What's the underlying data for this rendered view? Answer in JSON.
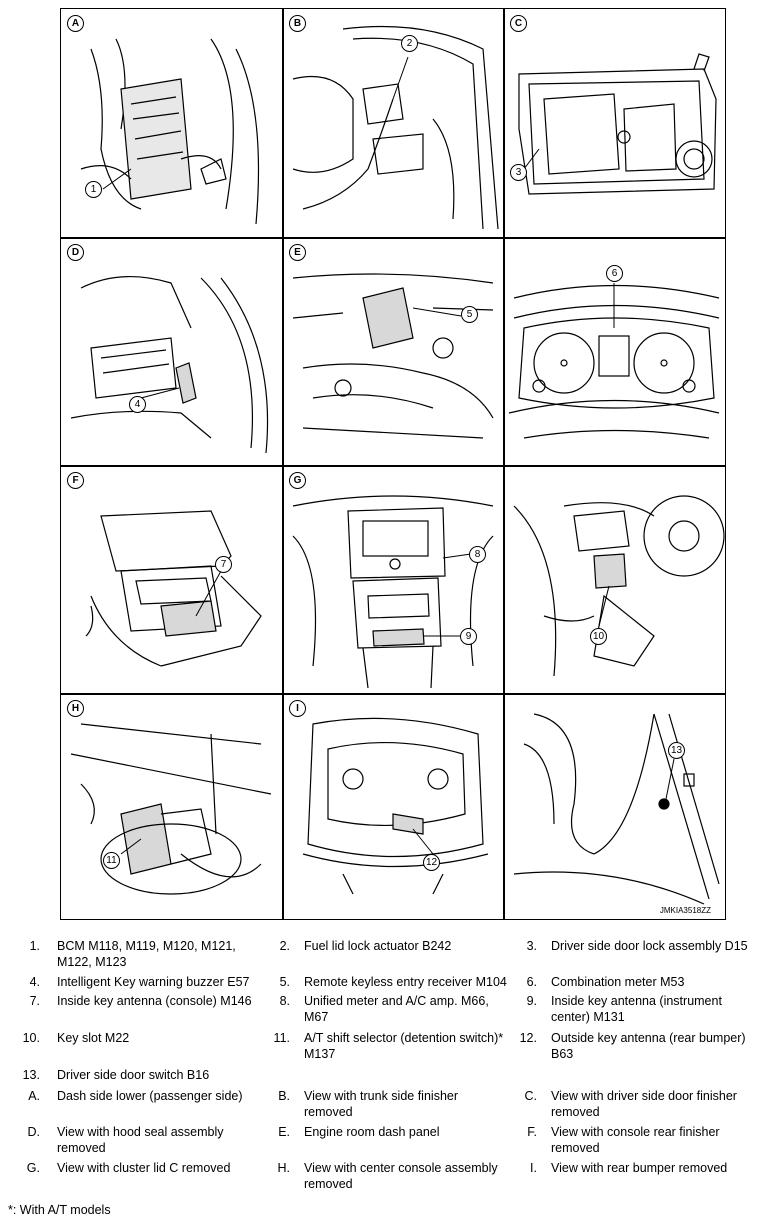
{
  "figure_code": "JMKIA3518ZZ",
  "panels": [
    {
      "letter": "A",
      "callouts": [
        "1"
      ]
    },
    {
      "letter": "B",
      "callouts": [
        "2"
      ]
    },
    {
      "letter": "C",
      "callouts": [
        "3"
      ]
    },
    {
      "letter": "D",
      "callouts": [
        "4"
      ]
    },
    {
      "letter": "E",
      "callouts": [
        "5"
      ]
    },
    {
      "letter": "",
      "callouts": [
        "6"
      ]
    },
    {
      "letter": "F",
      "callouts": [
        "7"
      ]
    },
    {
      "letter": "G",
      "callouts": [
        "8",
        "9"
      ]
    },
    {
      "letter": "",
      "callouts": [
        "10"
      ]
    },
    {
      "letter": "H",
      "callouts": [
        "11"
      ]
    },
    {
      "letter": "I",
      "callouts": [
        "12"
      ]
    },
    {
      "letter": "",
      "callouts": [
        "13"
      ]
    }
  ],
  "legend": [
    {
      "num": "1.",
      "text": "BCM M118, M119, M120, M121, M122, M123"
    },
    {
      "num": "2.",
      "text": "Fuel lid lock actuator B242"
    },
    {
      "num": "3.",
      "text": "Driver side door lock assembly D15"
    },
    {
      "num": "4.",
      "text": "Intelligent Key warning buzzer E57"
    },
    {
      "num": "5.",
      "text": "Remote keyless entry receiver M104"
    },
    {
      "num": "6.",
      "text": "Combination meter M53"
    },
    {
      "num": "7.",
      "text": "Inside key antenna (console) M146"
    },
    {
      "num": "8.",
      "text": "Unified meter and A/C amp. M66, M67"
    },
    {
      "num": "9.",
      "text": "Inside key antenna (instrument center) M131"
    },
    {
      "num": "10.",
      "text": "Key slot M22"
    },
    {
      "num": "11.",
      "text": "A/T shift selector (detention switch)* M137"
    },
    {
      "num": "12.",
      "text": "Outside key antenna (rear bumper) B63"
    },
    {
      "num": "13.",
      "text": "Driver side door switch B16"
    },
    {
      "num": "A.",
      "text": "Dash side lower (passenger side)"
    },
    {
      "num": "B.",
      "text": "View with trunk side finisher removed"
    },
    {
      "num": "C.",
      "text": "View with driver side door finisher removed"
    },
    {
      "num": "D.",
      "text": "View with hood seal assembly removed"
    },
    {
      "num": "E.",
      "text": "Engine room dash panel"
    },
    {
      "num": "F.",
      "text": "View with console rear finisher removed"
    },
    {
      "num": "G.",
      "text": "View with cluster lid C removed"
    },
    {
      "num": "H.",
      "text": "View with center console assembly removed"
    },
    {
      "num": "I.",
      "text": "View with rear bumper removed"
    }
  ],
  "footnote": "*: With A/T models"
}
